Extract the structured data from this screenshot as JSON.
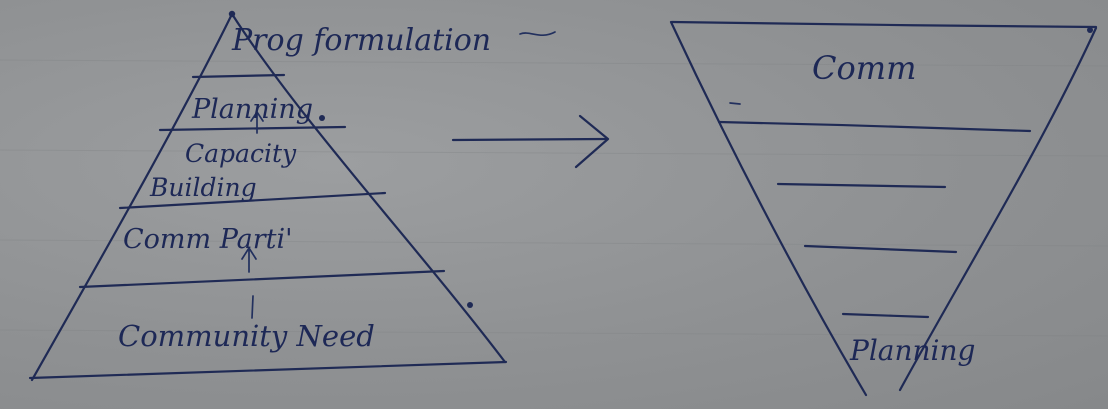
{
  "pyramid": {
    "labels": {
      "top": "Prog formulation",
      "level_1": "Planning",
      "level_2_line1": "Capacity",
      "level_2_line2": "Building",
      "level_3": "Comm Parti'",
      "base": "Community Need"
    }
  },
  "inverted_pyramid": {
    "labels": {
      "top": "Comm",
      "bottom": "Planning"
    }
  },
  "colors": {
    "ink": "#1f2a55",
    "paper": "#8e9092"
  }
}
